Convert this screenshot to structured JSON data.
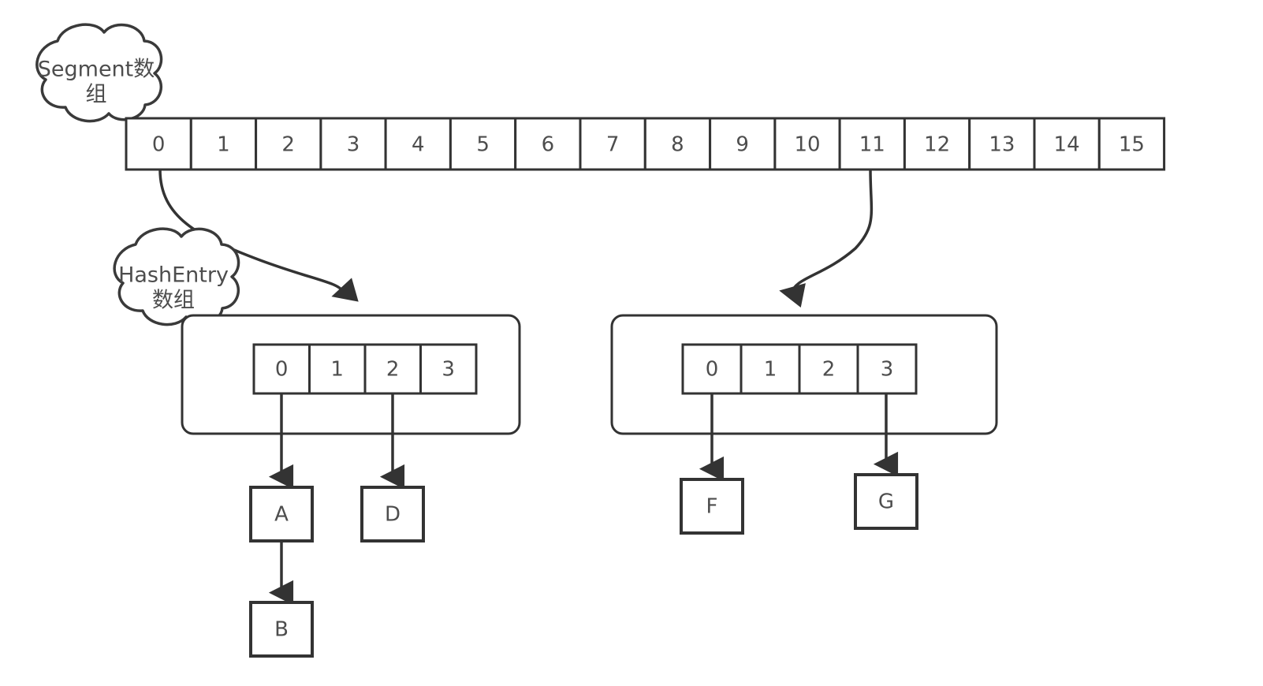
{
  "diagram": {
    "title": "ConcurrentHashMap Segment / HashEntry structure",
    "background_color": "#ffffff",
    "stroke_color": "#333333",
    "text_color": "#4d4d4d",
    "labels": {
      "segment_cloud_line1": "Segment数",
      "segment_cloud_line2": "组",
      "hashentry_cloud_line1": "HashEntry",
      "hashentry_cloud_line2": "数组"
    },
    "segment_array": {
      "name": "Segment数组",
      "length": 16,
      "cells": [
        "0",
        "1",
        "2",
        "3",
        "4",
        "5",
        "6",
        "7",
        "8",
        "9",
        "10",
        "11",
        "12",
        "13",
        "14",
        "15"
      ]
    },
    "segments": [
      {
        "id": "segment-left",
        "source_index": "0",
        "hashentry_array": {
          "length": 4,
          "cells": [
            "0",
            "1",
            "2",
            "3"
          ]
        },
        "chains": [
          {
            "from_index": "0",
            "nodes": [
              "A",
              "B"
            ]
          },
          {
            "from_index": "2",
            "nodes": [
              "D"
            ]
          }
        ]
      },
      {
        "id": "segment-right",
        "source_index": "11",
        "hashentry_array": {
          "length": 4,
          "cells": [
            "0",
            "1",
            "2",
            "3"
          ]
        },
        "chains": [
          {
            "from_index": "0",
            "nodes": [
              "F"
            ]
          },
          {
            "from_index": "3",
            "nodes": [
              "G"
            ]
          }
        ]
      }
    ],
    "nodes": {
      "a": "A",
      "b": "B",
      "d": "D",
      "f": "F",
      "g": "G"
    }
  }
}
